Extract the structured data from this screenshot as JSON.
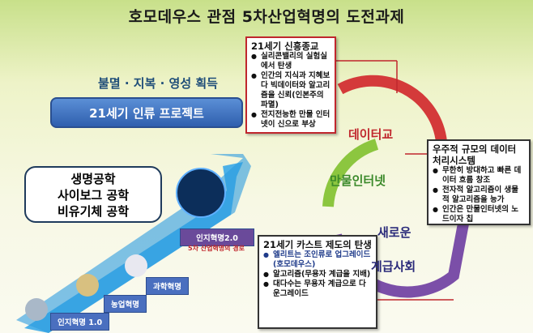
{
  "title": "호모데우스 관점  5차산업혁명의 도전과제",
  "slogan": "불멸 · 지복 · 영성 획득",
  "project": "21세기 인류 프로젝트",
  "religion_box": {
    "title": "21세기 신흥종교",
    "items": [
      "실리콘밸리의 실험실에서 탄생",
      "인간의 지식과 지혜보다 빅데이터와 알고리즘을 신뢰(인본주의 파멸)",
      "전지전능한 만물 인터넷이 신으로 부상"
    ]
  },
  "data_box": {
    "title": "우주적 규모의 데이터 처리시스템",
    "items": [
      "무한히 방대하고 빠른 데이터 흐름 창조",
      "전자적 알고리즘이 생물적 알고리즘을 능가",
      "인간은 만물인터넷의 노드이자 칩"
    ]
  },
  "caste_box": {
    "title": "21세기 카스트 제도의 탄생",
    "items": [
      "엘리트는 조인류로 업그레이드(호모데우스)",
      "알고리즘(무용자 계급을 지배)",
      "대다수는 무용자 계급으로 다운그레이드"
    ]
  },
  "cycle": {
    "dataism": "데이터교",
    "iot": "만물인터넷",
    "new_class_1": "새로운",
    "new_class_2": "계급사회"
  },
  "bubble": [
    "생명공학",
    "사이보그 공학",
    "비유기체 공학"
  ],
  "steps": [
    "인지혁명 1.0",
    "농업혁명",
    "과학혁명",
    "인지혁명2.0"
  ],
  "path_label": "5차 산업혁명의 경로"
}
